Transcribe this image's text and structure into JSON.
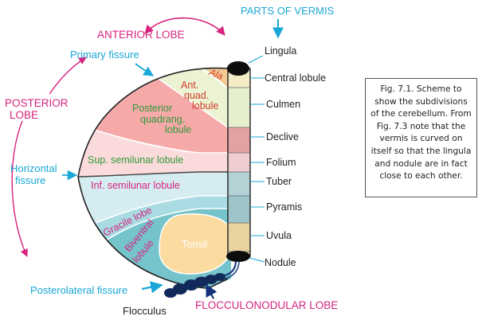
{
  "figure": {
    "parts_of_vermis_heading": "PARTS OF VERMIS",
    "anterior_lobe": "ANTERIOR LOBE",
    "posterior_lobe_line1": "POSTERIOR",
    "posterior_lobe_line2": "LOBE",
    "primary_fissure": "Primary fissure",
    "horizontal_fissure_line1": "Horizontal",
    "horizontal_fissure_line2": "fissure",
    "posterolateral_fissure": "Posterolateral fissure",
    "flocculonodular_lobe": "FLOCCULONODULAR LOBE",
    "flocculus": "Flocculus"
  },
  "hemisphere": {
    "ala": "Ala",
    "ant_quad_1": "Ant.",
    "ant_quad_2": "quad.",
    "ant_quad_3": "lobule",
    "post_quad_1": "Posterior",
    "post_quad_2": "quadrang.",
    "post_quad_3": "lobule",
    "sup_semilunar": "Sup. semilunar lobule",
    "inf_semilunar": "Inf. semilunar lobule",
    "gracile": "Gracile lobe",
    "biventral_1": "Biventral",
    "biventral_2": "lobule",
    "tonsil": "Tonsil"
  },
  "vermis": {
    "lingula": "Lingula",
    "central_lobule": "Central lobule",
    "culmen": "Culmen",
    "declive": "Declive",
    "folium": "Folium",
    "tuber": "Tuber",
    "pyramis": "Pyramis",
    "uvula": "Uvula",
    "nodule": "Nodule"
  },
  "caption": {
    "line1": "Fig. 7.1. Scheme to",
    "line2": "show the subdivisions",
    "line3": "of the cerebellum. From",
    "line4": "Fig. 7.3 note that  the",
    "line5": "vermis is curved on",
    "line6": "itself so that the lingula",
    "line7": "and nodule are in fact",
    "line8": "close to each other."
  },
  "colors": {
    "magenta_labels": "#d6247f",
    "cyan_arrows": "#1aa7d6",
    "green_text": "#2f9a3a",
    "red_text": "#d23a2a",
    "ala_fill": "#f5c992",
    "ant_quad_fill": "#ecf3d2",
    "post_quad_fill": "#f5a9a8",
    "sup_semilunar_fill": "#fbdadb",
    "inf_semilunar_fill": "#d5ecf1",
    "gracile_fill": "#a9dbe2",
    "biventral_fill": "#76c4cb",
    "tonsil_fill": "#fcdba0",
    "nodule_blob": "#122a5a"
  }
}
